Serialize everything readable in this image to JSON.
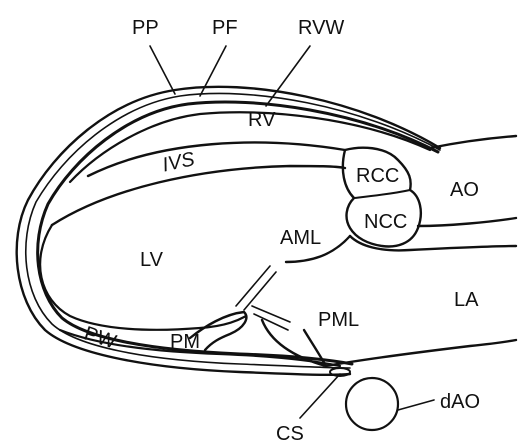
{
  "labels": {
    "pp": "PP",
    "pf": "PF",
    "rvw": "RVW",
    "rv": "RV",
    "ivs": "IVS",
    "rcc": "RCC",
    "ncc": "NCC",
    "ao": "AO",
    "aml": "AML",
    "lv": "LV",
    "la": "LA",
    "pml": "PML",
    "pw": "PW",
    "pm": "PM",
    "cs": "CS",
    "dao": "dAO"
  },
  "colors": {
    "ink": "#111111",
    "background": "#ffffff"
  }
}
